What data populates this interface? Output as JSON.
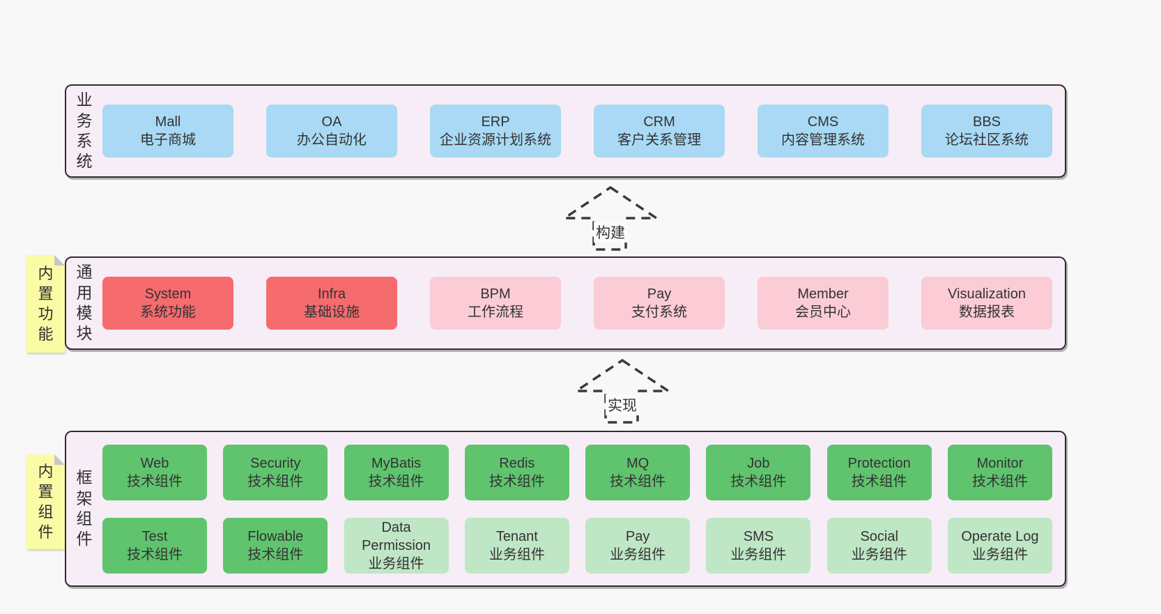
{
  "palette": {
    "page_background": "#f8f8f8",
    "band_background": "#f7edf6",
    "band_border": "#2e2e2e",
    "business_box": "#a9d9f4",
    "core_module_box": "#f56b6e",
    "optional_module_box": "#fbccd5",
    "tech_component_box": "#60c46e",
    "biz_component_box": "#bfe6c5",
    "sticky_note": "#fbfba5",
    "text": "#333333"
  },
  "arrows": [
    {
      "label": "构建"
    },
    {
      "label": "实现"
    }
  ],
  "bands": [
    {
      "label": "业务系统",
      "boxes": [
        {
          "name": "Mall",
          "desc": "电子商城",
          "type": "blue"
        },
        {
          "name": "OA",
          "desc": "办公自动化",
          "type": "blue"
        },
        {
          "name": "ERP",
          "desc": "企业资源计划系统",
          "type": "blue"
        },
        {
          "name": "CRM",
          "desc": "客户关系管理",
          "type": "blue"
        },
        {
          "name": "CMS",
          "desc": "内容管理系统",
          "type": "blue"
        },
        {
          "name": "BBS",
          "desc": "论坛社区系统",
          "type": "blue"
        }
      ]
    },
    {
      "label": "通用模块",
      "sticky": "内置功能",
      "boxes": [
        {
          "name": "System",
          "desc": "系统功能",
          "type": "red"
        },
        {
          "name": "Infra",
          "desc": "基础设施",
          "type": "red"
        },
        {
          "name": "BPM",
          "desc": "工作流程",
          "type": "pink"
        },
        {
          "name": "Pay",
          "desc": "支付系统",
          "type": "pink"
        },
        {
          "name": "Member",
          "desc": "会员中心",
          "type": "pink"
        },
        {
          "name": "Visualization",
          "desc": "数据报表",
          "type": "pink"
        }
      ]
    },
    {
      "label": "框架组件",
      "sticky": "内置组件",
      "row1": [
        {
          "name": "Web",
          "desc": "技术组件",
          "type": "green"
        },
        {
          "name": "Security",
          "desc": "技术组件",
          "type": "green"
        },
        {
          "name": "MyBatis",
          "desc": "技术组件",
          "type": "green"
        },
        {
          "name": "Redis",
          "desc": "技术组件",
          "type": "green"
        },
        {
          "name": "MQ",
          "desc": "技术组件",
          "type": "green"
        },
        {
          "name": "Job",
          "desc": "技术组件",
          "type": "green"
        },
        {
          "name": "Protection",
          "desc": "技术组件",
          "type": "green"
        },
        {
          "name": "Monitor",
          "desc": "技术组件",
          "type": "green"
        }
      ],
      "row2": [
        {
          "name": "Test",
          "desc": "技术组件",
          "type": "green"
        },
        {
          "name": "Flowable",
          "desc": "技术组件",
          "type": "green"
        },
        {
          "name": "Data Permission",
          "desc": "业务组件",
          "type": "lightgreen"
        },
        {
          "name": "Tenant",
          "desc": "业务组件",
          "type": "lightgreen"
        },
        {
          "name": "Pay",
          "desc": "业务组件",
          "type": "lightgreen"
        },
        {
          "name": "SMS",
          "desc": "业务组件",
          "type": "lightgreen"
        },
        {
          "name": "Social",
          "desc": "业务组件",
          "type": "lightgreen"
        },
        {
          "name": "Operate Log",
          "desc": "业务组件",
          "type": "lightgreen"
        }
      ]
    }
  ]
}
